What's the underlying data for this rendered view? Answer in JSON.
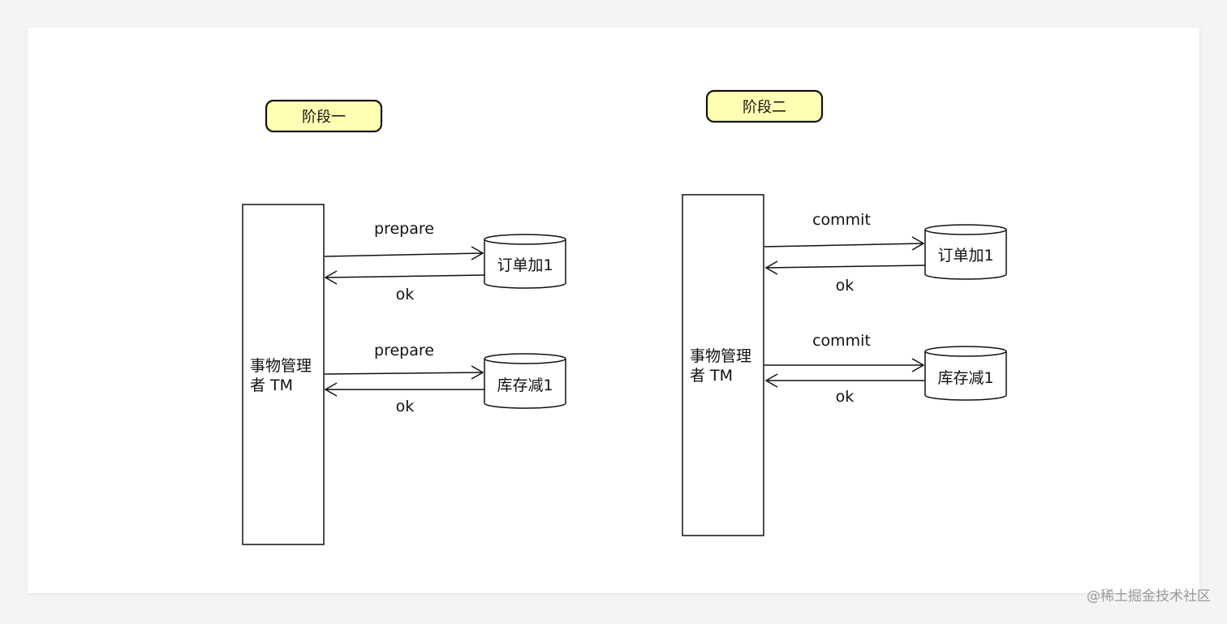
{
  "phases": [
    {
      "title": "阶段一",
      "manager_label": [
        "事物管理",
        "者 TM"
      ],
      "participants": [
        {
          "name": "订单加1",
          "request": "prepare",
          "response": "ok"
        },
        {
          "name": "库存减1",
          "request": "prepare",
          "response": "ok"
        }
      ]
    },
    {
      "title": "阶段二",
      "manager_label": [
        "事物管理",
        "者 TM"
      ],
      "participants": [
        {
          "name": "订单加1",
          "request": "commit",
          "response": "ok"
        },
        {
          "name": "库存减1",
          "request": "commit",
          "response": "ok"
        }
      ]
    }
  ],
  "watermark": "@稀土掘金技术社区",
  "colors": {
    "background": "#f4f4f4",
    "canvas": "#ffffff",
    "phase_badge_fill": "#ffffb3",
    "stroke": "#111111"
  }
}
